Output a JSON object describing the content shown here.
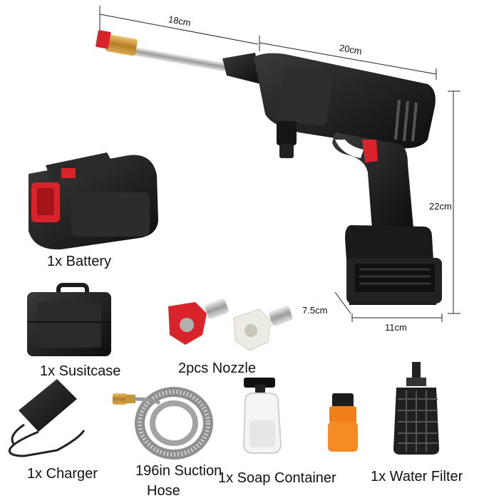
{
  "dimensions": {
    "nozzle_length": "18cm",
    "body_length": "20cm",
    "height": "22cm",
    "depth": "7.5cm",
    "battery_width": "11cm"
  },
  "items": {
    "battery": "1x Battery",
    "suitcase": "1x Susitcase",
    "nozzle": "2pcs Nozzle",
    "charger": "1x Charger",
    "hose_line1": "196in Suction",
    "hose_line2": "Hose",
    "soap": "1x Soap Container",
    "filter": "1x Water Filter"
  },
  "colors": {
    "accent_red": "#d8232a",
    "brass": "#c8953a",
    "body_black": "#1c1c1c"
  }
}
